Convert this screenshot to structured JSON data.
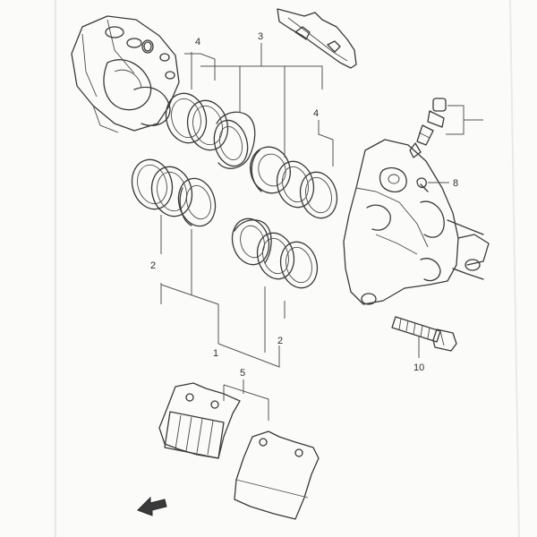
{
  "callouts": {
    "c1": "1",
    "c2a": "2",
    "c2b": "2",
    "c3": "3",
    "c4a": "4",
    "c4b": "4",
    "c5": "5",
    "c8": "8",
    "c10": "10"
  }
}
